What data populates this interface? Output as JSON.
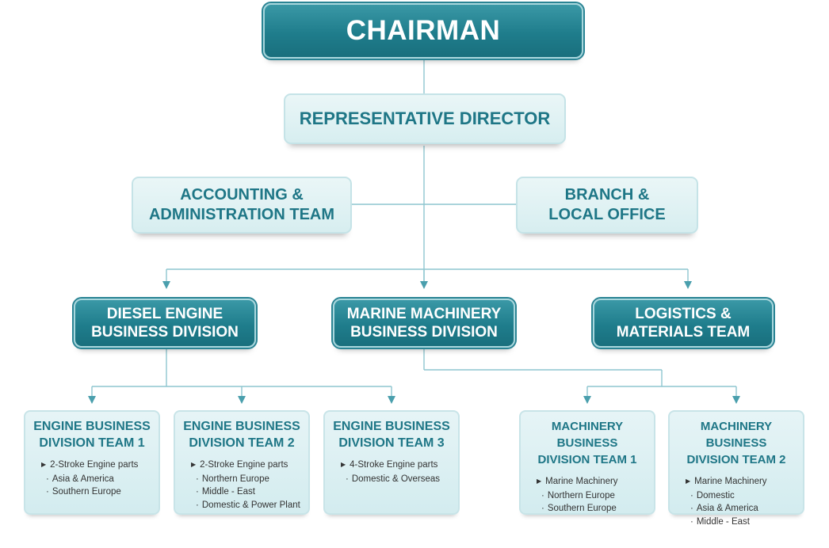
{
  "chairman": "CHAIRMAN",
  "representative_director": "REPRESENTATIVE DIRECTOR",
  "accounting": [
    "ACCOUNTING &",
    "ADMINISTRATION TEAM"
  ],
  "branch": [
    "BRANCH &",
    "LOCAL OFFICE"
  ],
  "divisions": {
    "diesel": [
      "DIESEL ENGINE",
      "BUSINESS DIVISION"
    ],
    "marine": [
      "MARINE MACHINERY",
      "BUSINESS DIVISION"
    ],
    "logistics": [
      "LOGISTICS &",
      "MATERIALS TEAM"
    ]
  },
  "teams": [
    {
      "title": [
        "ENGINE BUSINESS",
        "DIVISION TEAM 1"
      ],
      "head": "2-Stroke Engine parts",
      "items": [
        "Asia & America",
        "Southern Europe"
      ]
    },
    {
      "title": [
        "ENGINE BUSINESS",
        "DIVISION TEAM 2"
      ],
      "head": "2-Stroke Engine parts",
      "items": [
        "Northern Europe",
        "Middle - East",
        "Domestic & Power Plant"
      ]
    },
    {
      "title": [
        "ENGINE BUSINESS",
        "DIVISION TEAM 3"
      ],
      "head": "4-Stroke Engine parts",
      "items": [
        "Domestic & Overseas"
      ]
    },
    {
      "title": [
        "MACHINERY BUSINESS",
        "DIVISION TEAM 1"
      ],
      "head": "Marine Machinery",
      "items": [
        "Northern Europe",
        "Southern Europe"
      ]
    },
    {
      "title": [
        "MACHINERY BUSINESS",
        "DIVISION TEAM 2"
      ],
      "head": "Marine Machinery",
      "items": [
        "Domestic",
        "Asia & America",
        "Middle - East"
      ]
    }
  ],
  "colors": {
    "dark_teal": "#1f7d8c",
    "light_teal": "#d7eef0",
    "text_teal": "#1e7686",
    "connector": "#8ec6cf"
  }
}
